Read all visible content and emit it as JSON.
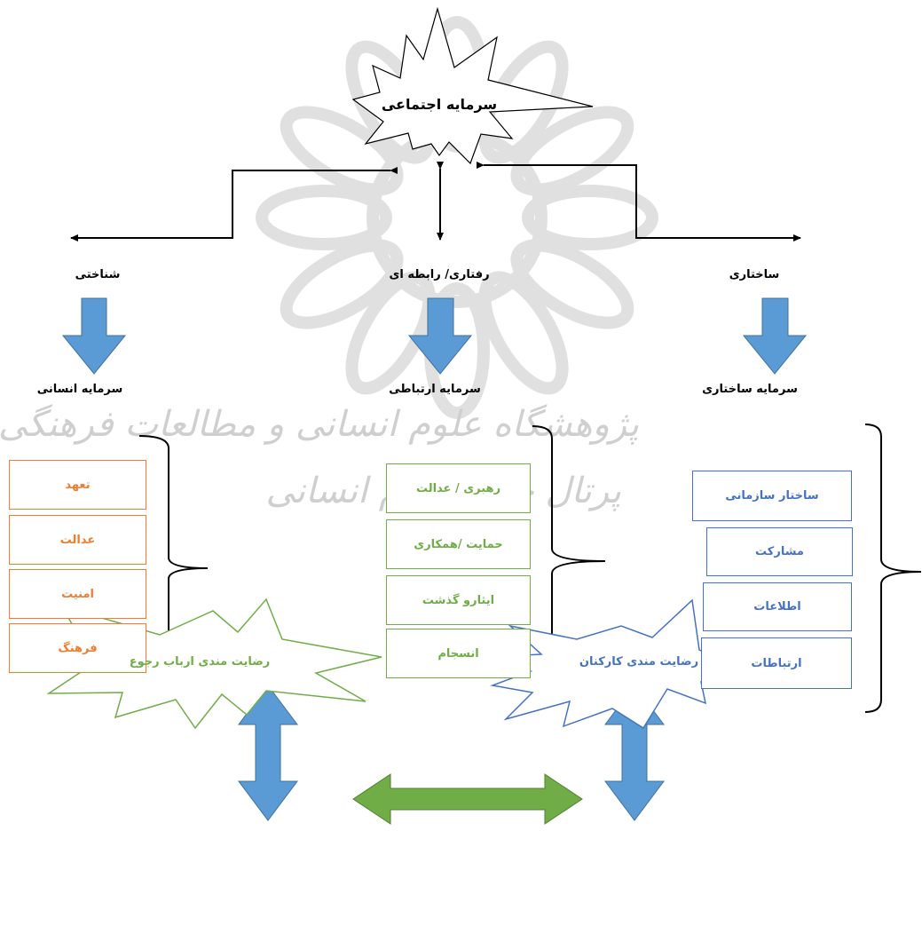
{
  "watermark": {
    "line1": "پژوهشگاه علوم انسانی و مطالعات فرهنگی",
    "line2": "پرتال جامع علوم انسانی"
  },
  "center_node": {
    "label": "سرمایه اجتماعی"
  },
  "dimensions": {
    "cognitive": "شناختی",
    "relational": "رفتاری/ رابطه ای",
    "structural": "ساختاری"
  },
  "capitals": {
    "human": "سرمایه انسانی",
    "relational": "سرمایه ارتباطی",
    "structural": "سرمایه ساختاری"
  },
  "human_items": [
    "تعهد",
    "عدالت",
    "امنیت",
    "فرهنگ"
  ],
  "relational_items": [
    "رهبری / عدالت",
    "حمایت /همکاری",
    "ایثارو گذشت",
    "انسجام"
  ],
  "structural_items": [
    "ساختار سازمانی",
    "مشارکت",
    "اطلاعات",
    "ارتباطات"
  ],
  "outcomes": {
    "clients": "رضایت مندی ارباب رجوع",
    "employees": "رضایت مندی کارکنان"
  },
  "colors": {
    "human": "#ED7D31",
    "relational": "#70AD47",
    "structural": "#4472C4",
    "arrow_blue": "#5B9BD5",
    "arrow_green": "#70AD47"
  }
}
